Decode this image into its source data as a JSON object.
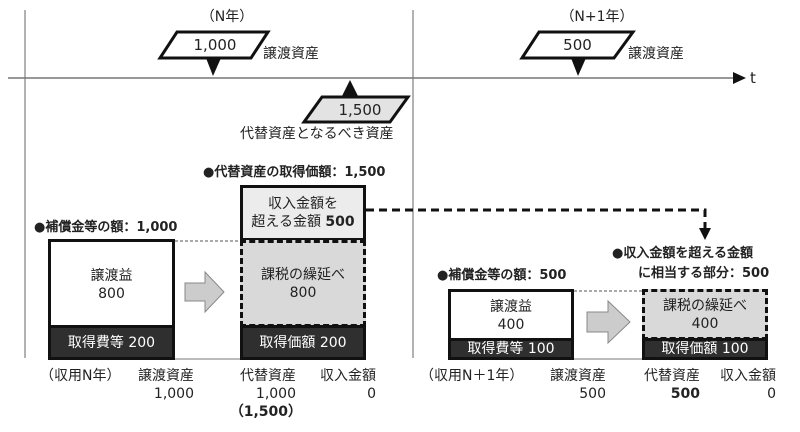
{
  "timeline": {
    "axis_label": "t",
    "year_n_label": "（N年）",
    "year_n1_label": "（N+1年）"
  },
  "year_n": {
    "transfer_asset": {
      "value": "1,000",
      "label": "譲渡資産"
    },
    "replacement_asset": {
      "value": "1,500",
      "label": "代替資産となるべき資産"
    },
    "compensation_heading": "●補償金等の額：1,000",
    "replacement_cost_heading": "●代替資産の取得価額：1,500",
    "gain_box": {
      "label": "譲渡益",
      "value": "800"
    },
    "acq_cost_box": "取得費等 200",
    "excess_box": {
      "line1": "収入金額を",
      "line2": "超える金額 ",
      "value": "500"
    },
    "deferral_box": {
      "label": "課税の繰延べ",
      "value": "800"
    },
    "acq_price_box": "取得価額 200",
    "footer": {
      "case_label": "（収用N年）",
      "col1": {
        "header": "譲渡資産",
        "value": "1,000"
      },
      "col2": {
        "header": "代替資産",
        "value": "1,000",
        "extra": "（1,500）"
      },
      "col3": {
        "header": "収入金額",
        "value": "0"
      }
    }
  },
  "year_n1": {
    "transfer_asset": {
      "value": "500",
      "label": "譲渡資産"
    },
    "compensation_heading": "●補償金等の額：500",
    "excess_heading_line1": "●収入金額を超える金額",
    "excess_heading_line2": "に相当する部分：500",
    "gain_box": {
      "label": "譲渡益",
      "value": "400"
    },
    "acq_cost_box": "取得費等 100",
    "deferral_box": {
      "label": "課税の繰延べ",
      "value": "400"
    },
    "acq_price_box": "取得価額 100",
    "footer": {
      "case_label": "（収用N＋1年）",
      "col1": {
        "header": "譲渡資産",
        "value": "500"
      },
      "col2": {
        "header": "代替資産",
        "value": "500"
      },
      "col3": {
        "header": "収入金額",
        "value": "0"
      }
    }
  },
  "colors": {
    "line": "#777777",
    "dark": "#2f2f2f",
    "light_fill": "#ececec",
    "deferral_fill": "#d9d9d9",
    "arrow_fill": "#cccccc"
  }
}
